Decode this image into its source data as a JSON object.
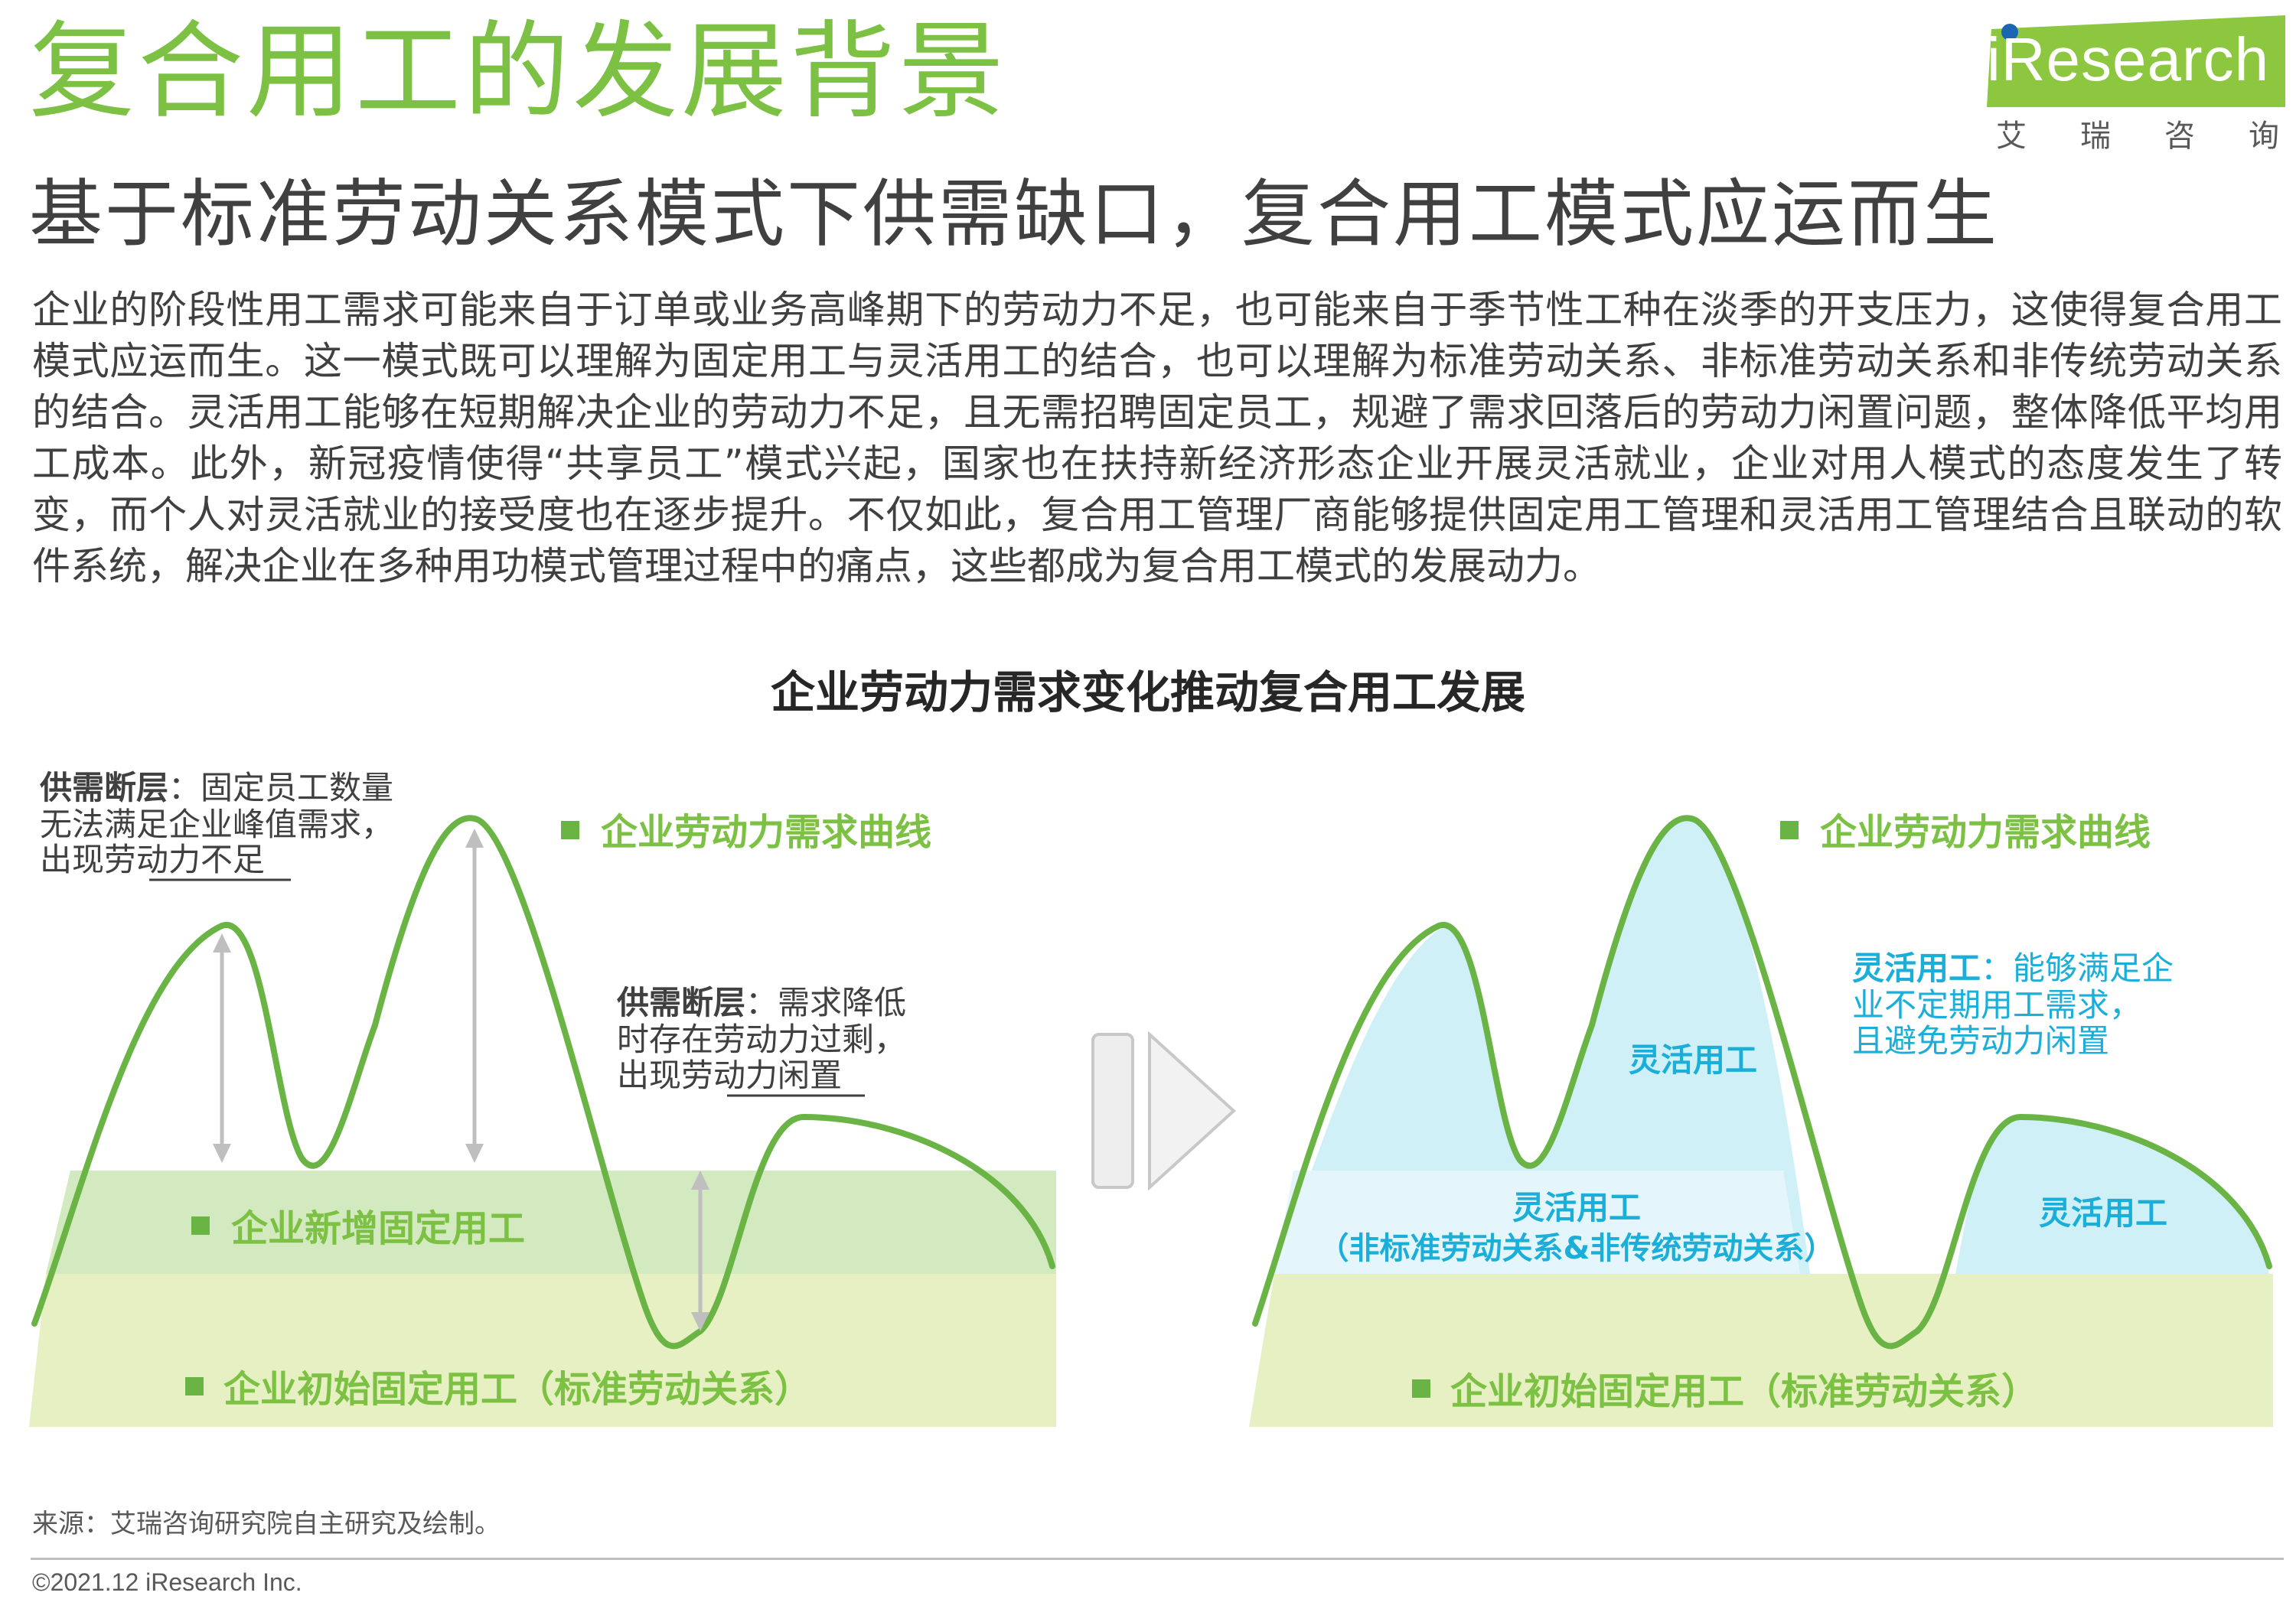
{
  "page": {
    "title": "复合用工的发展背景",
    "subtitle": "基于标准劳动关系模式下供需缺口，复合用工模式应运而生",
    "body": "企业的阶段性用工需求可能来自于订单或业务高峰期下的劳动力不足，也可能来自于季节性工种在淡季的开支压力，这使得复合用工模式应运而生。这一模式既可以理解为固定用工与灵活用工的结合，也可以理解为标准劳动关系、非标准劳动关系和非传统劳动关系的结合。灵活用工能够在短期解决企业的劳动力不足，且无需招聘固定员工，规避了需求回落后的劳动力闲置问题，整体降低平均用工成本。此外，新冠疫情使得“共享员工”模式兴起，国家也在扶持新经济形态企业开展灵活就业，企业对用人模式的态度发生了转变，而个人对灵活就业的接受度也在逐步提升。不仅如此，复合用工管理厂商能够提供固定用工管理和灵活用工管理结合且联动的软件系统，解决企业在多种用功模式管理过程中的痛点，这些都成为复合用工模式的发展动力。"
  },
  "logo": {
    "word": "iResearch",
    "cn": "艾瑞咨询"
  },
  "figure": {
    "title": "企业劳动力需求变化推动复合用工发展",
    "left": {
      "demand_curve_legend": "企业劳动力需求曲线",
      "new_fixed_legend": "企业新增固定用工",
      "initial_fixed_legend": "企业初始固定用工（标准劳动关系）",
      "note1_bold": "供需断层",
      "note1_rest": "：固定员工数量",
      "note1_line2": "无法满足企业峰值需求，",
      "note1_line3": "出现劳动力不足",
      "note2_bold": "供需断层",
      "note2_rest": "：需求降低",
      "note2_line2": "时存在劳动力过剩，",
      "note2_line3": "出现劳动力闲置"
    },
    "right": {
      "demand_curve_legend": "企业劳动力需求曲线",
      "initial_fixed_legend": "企业初始固定用工（标准劳动关系）",
      "flex_label_peak": "灵活用工",
      "flex_label_band": "灵活用工",
      "flex_label_band_sub": "（非标准劳动关系&非传统劳动关系）",
      "flex_label_right": "灵活用工",
      "note_bold": "灵活用工",
      "note_rest": "：能够满足企",
      "note_line2": "业不定期用工需求，",
      "note_line3": "且避免劳动力闲置"
    },
    "colors": {
      "curve": "#6ab446",
      "band_light": "#e6f0c2",
      "band_mid": "#d3e9c0",
      "flex_fill": "#d0f0f8",
      "flex_text": "#1aaed8",
      "legend_text": "#7cc143"
    }
  },
  "footer": {
    "source": "来源：艾瑞咨询研究院自主研究及绘制。",
    "copyright": "©2021.12 iResearch Inc."
  }
}
